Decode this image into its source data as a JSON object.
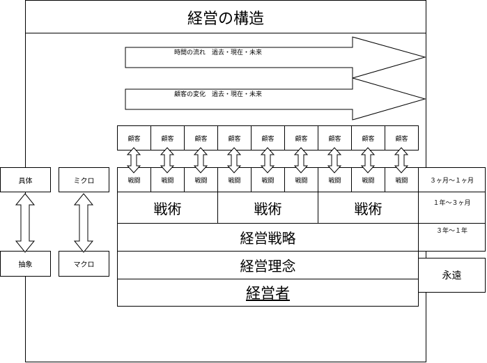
{
  "title": "経営の構造",
  "arrows": {
    "time_flow": "時間の流れ　過去・現在・未来",
    "customer_change": "顧客の変化　過去・現在・未来"
  },
  "customers": [
    "顧客",
    "顧客",
    "顧客",
    "顧客",
    "顧客",
    "顧客",
    "顧客",
    "顧客",
    "顧客"
  ],
  "battles": [
    "戦闘",
    "戦闘",
    "戦闘",
    "戦闘",
    "戦闘",
    "戦闘",
    "戦闘",
    "戦闘",
    "戦闘"
  ],
  "tactics": [
    "戦術",
    "戦術",
    "戦術"
  ],
  "strategy": "経営戦略",
  "philosophy": "経営理念",
  "manager": "経営者",
  "left_scale": {
    "concrete": "具体",
    "abstract": "抽象",
    "micro": "ミクロ",
    "macro": "マクロ"
  },
  "periods": {
    "battle": "３ヶ月～１ヶ月",
    "tactics": "１年～３ヶ月",
    "strategy": "３年～１年",
    "philosophy": "永遠"
  }
}
